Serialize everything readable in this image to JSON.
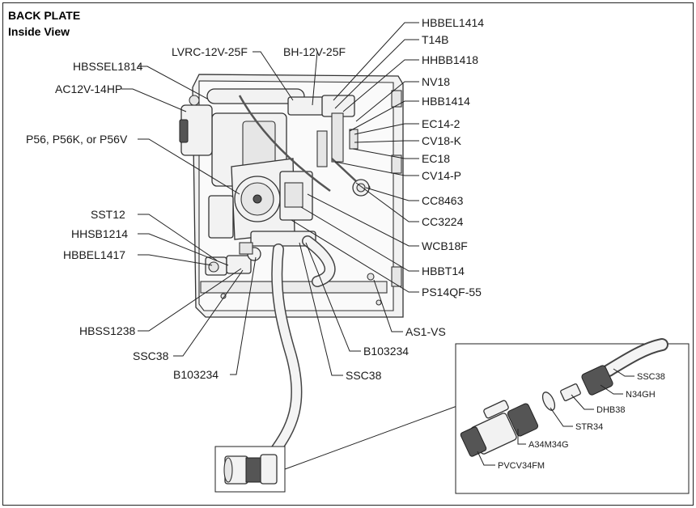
{
  "title": {
    "line1": "BACK PLATE",
    "line2": "Inside View"
  },
  "callouts": {
    "hbbel1414": "HBBEL1414",
    "t14b": "T14B",
    "lvrc": "LVRC-12V-25F",
    "bh": "BH-12V-25F",
    "hhbb1418": "HHBB1418",
    "hbssel1814": "HBSSEL1814",
    "nv18": "NV18",
    "ac12v": "AC12V-14HP",
    "hbb1414": "HBB1414",
    "ec14_2": "EC14-2",
    "p56": "P56, P56K, or P56V",
    "cv18k": "CV18-K",
    "ec18": "EC18",
    "cv14p": "CV14-P",
    "cc8463": "CC8463",
    "cc3224": "CC3224",
    "sst12": "SST12",
    "hhsb1214": "HHSB1214",
    "wcb18f": "WCB18F",
    "hbbel1417": "HBBEL1417",
    "hbbt14": "HBBT14",
    "ps14qf": "PS14QF-55",
    "as1vs": "AS1-VS",
    "hbss1238": "HBSS1238",
    "b103234_right": "B103234",
    "ssc38_left": "SSC38",
    "b103234_left": "B103234",
    "ssc38_mid": "SSC38"
  },
  "inset": {
    "ssc38": "SSC38",
    "n34gh": "N34GH",
    "dhb38": "DHB38",
    "str34": "STR34",
    "a34m34g": "A34M34G",
    "pvcv34fm": "PVCV34FM"
  }
}
